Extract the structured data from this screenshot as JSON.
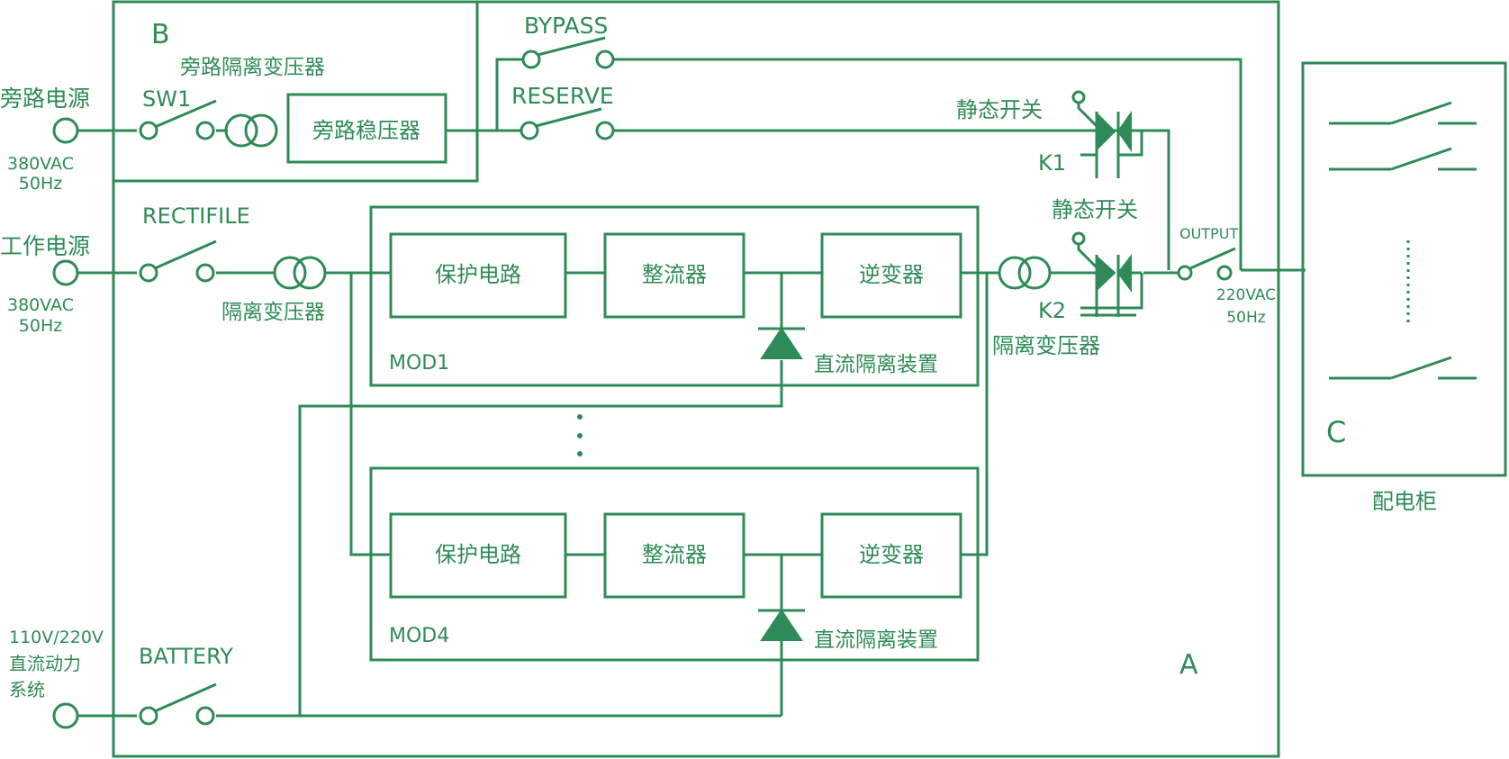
{
  "colors": {
    "line": "#2e8b57",
    "background": "#ffffff"
  },
  "labels": {
    "region_b": "B",
    "region_a": "A",
    "region_c": "C",
    "bypass_transformer": "旁路隔离变压器",
    "bypass_source": "旁路电源",
    "bypass_volt": "380VAC",
    "bypass_freq": "50Hz",
    "sw1": "SW1",
    "bypass_regulator": "旁路稳压器",
    "bypass_switch": "BYPASS",
    "reserve_switch": "RESERVE",
    "static_switch_1": "静态开关",
    "k1": "K1",
    "static_switch_2": "静态开关",
    "k2": "K2",
    "rectifile_switch": "RECTIFILE",
    "work_source": "工作电源",
    "work_volt": "380VAC",
    "work_freq": "50Hz",
    "input_transformer": "隔离变压器",
    "output_transformer": "隔离变压器",
    "output_switch": "OUTPUT",
    "out_volt": "220VAC",
    "out_freq": "50Hz",
    "cabinet": "配电柜",
    "battery_volt": "110V/220V",
    "battery_type_1": "直流动力",
    "battery_type_2": "系统",
    "battery_switch": "BATTERY"
  },
  "modules": [
    {
      "name": "MOD1",
      "protect": "保护电路",
      "rectifier": "整流器",
      "inverter": "逆变器",
      "dc_isolation": "直流隔离装置"
    },
    {
      "name": "MOD4",
      "protect": "保护电路",
      "rectifier": "整流器",
      "inverter": "逆变器",
      "dc_isolation": "直流隔离装置"
    }
  ]
}
